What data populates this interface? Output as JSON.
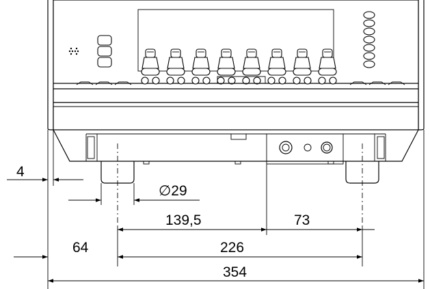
{
  "dimensions": {
    "side_gap": "4",
    "foot_diameter": "∅29",
    "foot_to_jack": "139,5",
    "jack_to_foot": "73",
    "left_offset": "64",
    "foot_spacing": "226",
    "total_width": "354"
  },
  "device": {
    "fader_knob_count": 8,
    "led_button_count": 7,
    "side_button_count": 3
  }
}
